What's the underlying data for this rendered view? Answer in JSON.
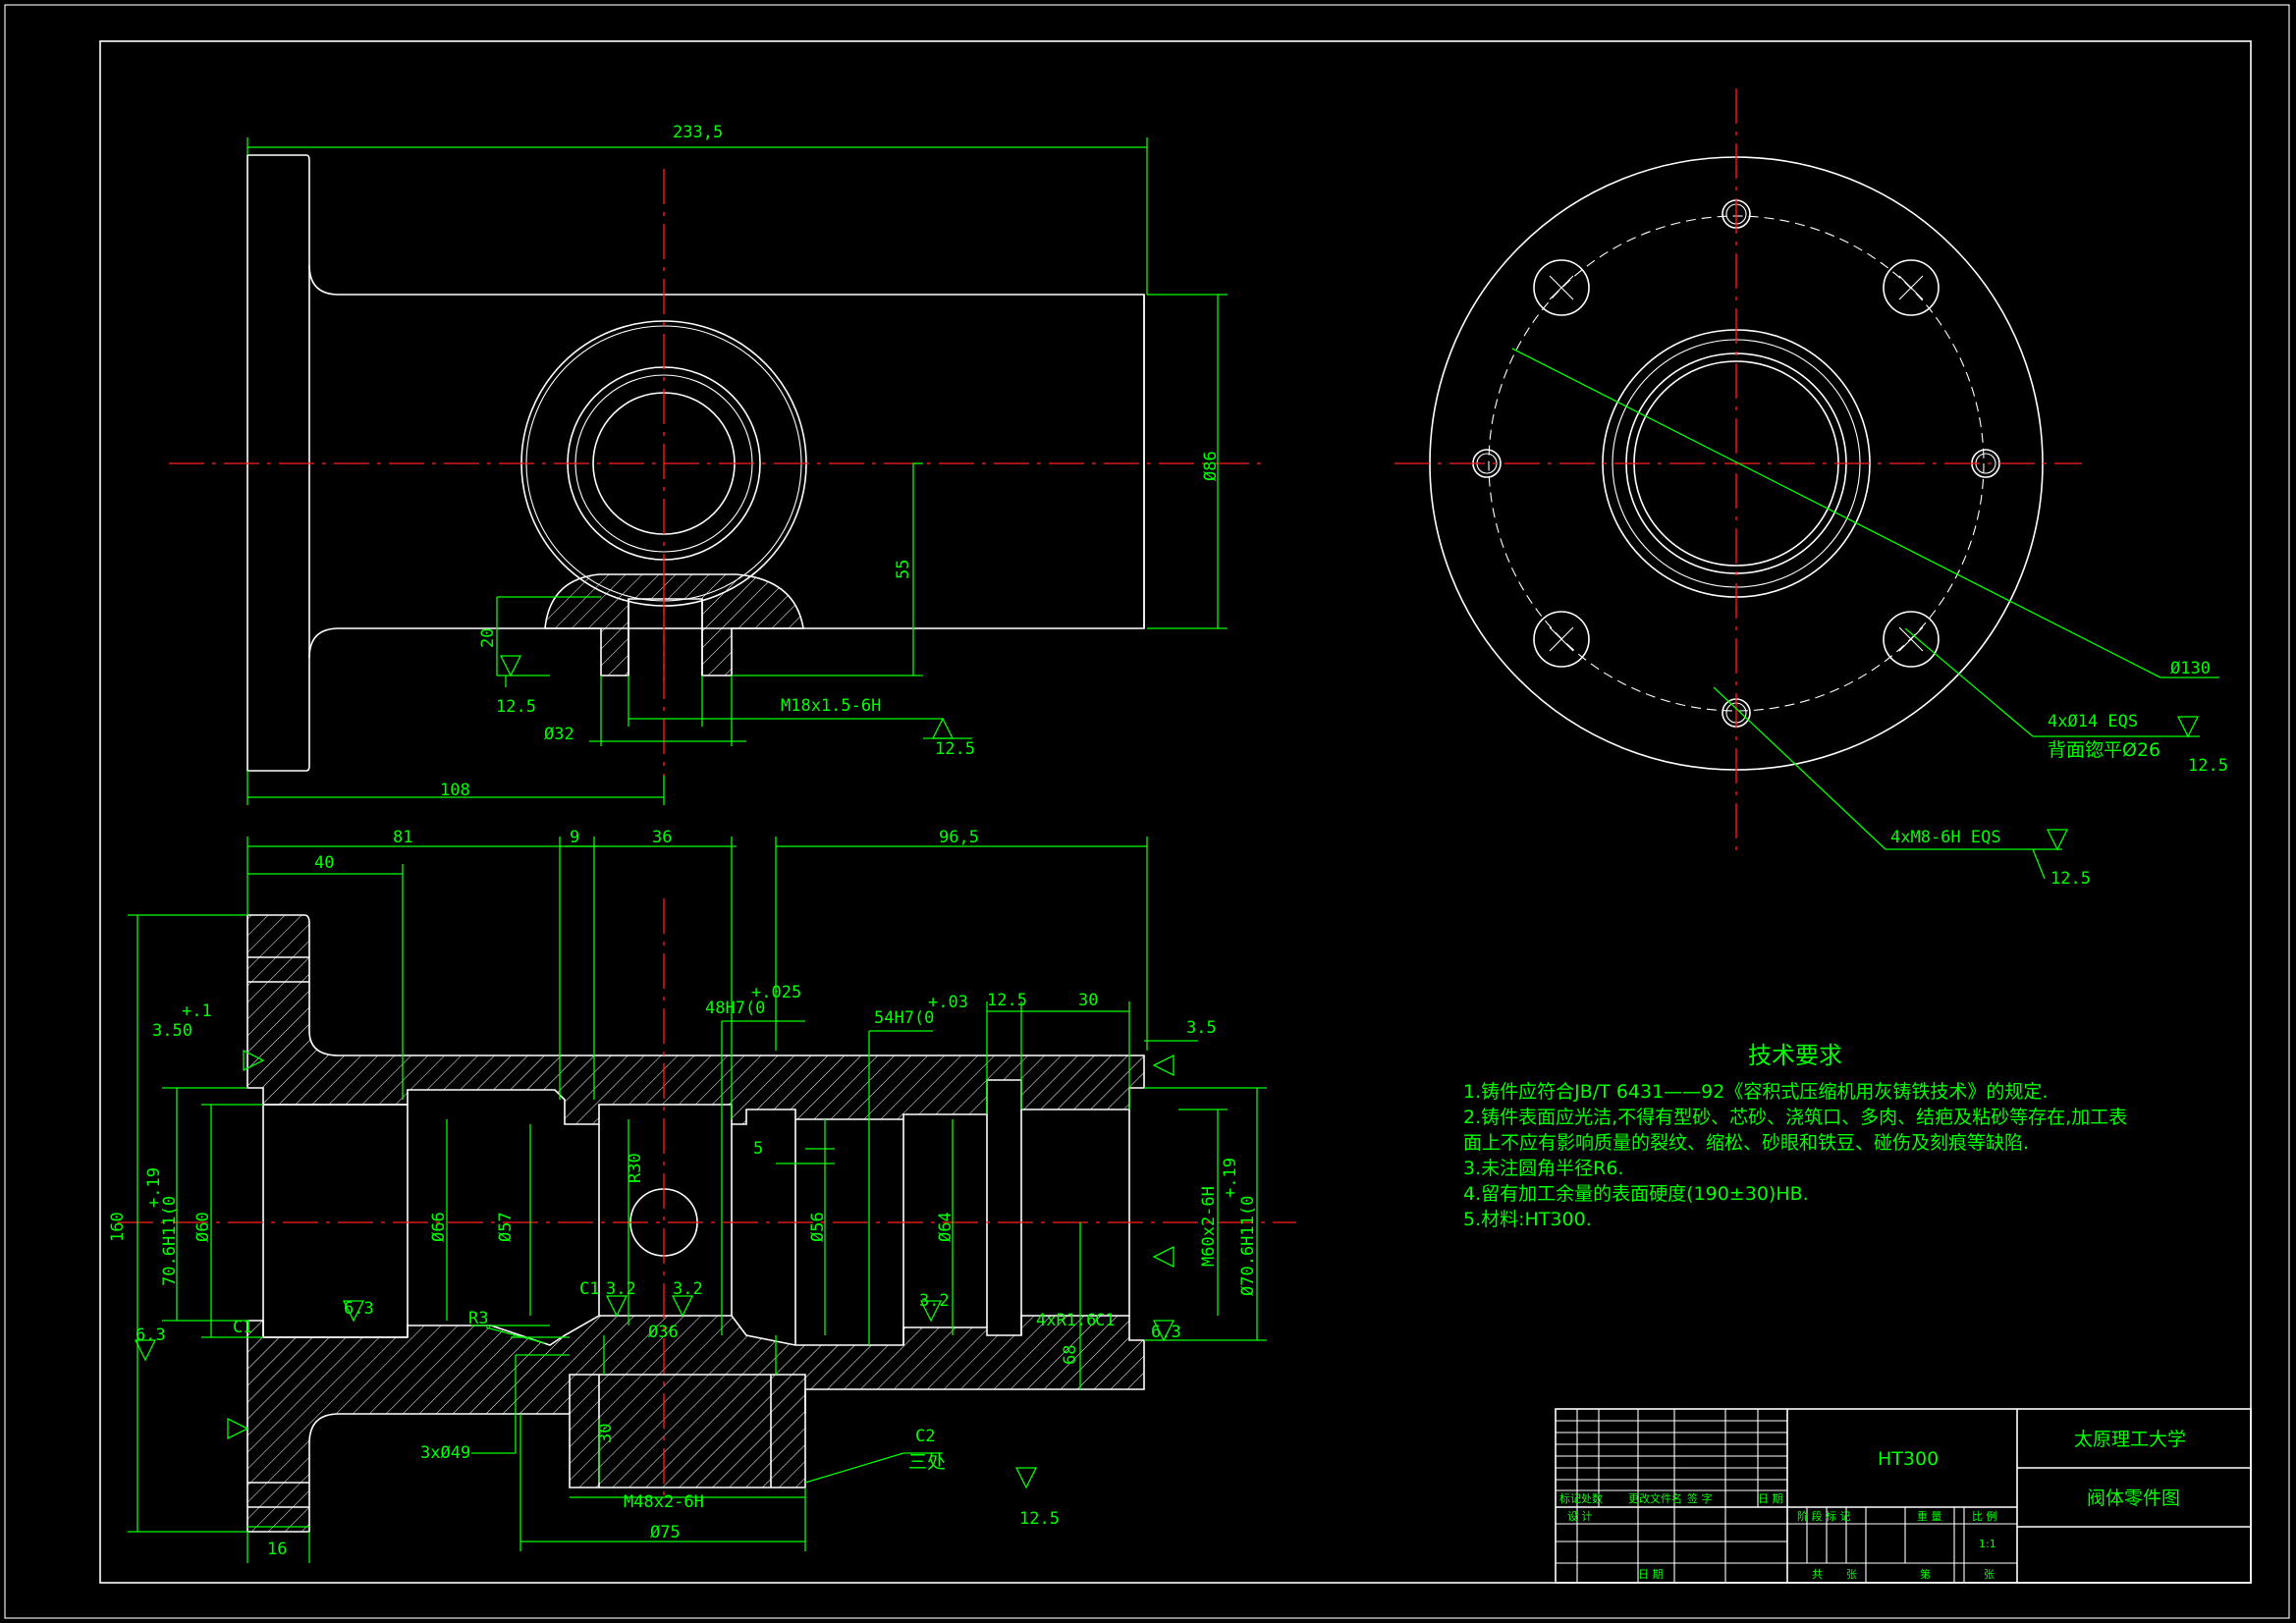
{
  "drawing": {
    "top_view_dims": {
      "overall_length": "233,5",
      "left_offset": "108",
      "dia_86": "Ø86",
      "height_55": "55",
      "depth_20": "20",
      "dia_32": "Ø32",
      "thread": "M18x1.5-6H",
      "roughness": "12.5"
    },
    "end_view_dims": {
      "pcd": "Ø130",
      "holes_label": "4xØ14  EQS",
      "counterbore": "背面锪平Ø26",
      "threads": "4xM8-6H EQS",
      "roughness": "12.5"
    },
    "section_dims": {
      "d81": "81",
      "d40": "40",
      "d9": "9",
      "d36": "36",
      "d96_5": "96,5",
      "d160": "160",
      "d3_5_left": "3.50",
      "tol_plus_1": "+.1",
      "fit_48": "48H7(0",
      "tol_025": "+.025",
      "fit_54": "54H7(0",
      "tol_03": "+.03",
      "d12_5": "12.5",
      "d30": "30",
      "d3_5_right": "3.5",
      "bore_70": "70.6H11(0",
      "tol_19": "+.19",
      "dia_60": "Ø60",
      "dia_66": "Ø66",
      "dia_57": "Ø57",
      "r30": "R30",
      "d5": "5",
      "dia_56": "Ø56",
      "dia_64": "Ø64",
      "thread_60": "M60x2-6H",
      "bore_70_right": "Ø70.6H11(0",
      "d68": "68",
      "r3": "R3",
      "c1_left": "C1",
      "c1_mid": "C1",
      "dia_36": "Ø36",
      "fillets": "4xR1.6",
      "c1_right": "C1",
      "holes_49": "3xØ49",
      "d30_low": "30",
      "thread_48": "M48x2-6H",
      "dia_75": "Ø75",
      "c2": "C2",
      "c2_note": "三处",
      "d16": "16",
      "r63": "6.3",
      "r32": "3.2",
      "r125": "12.5"
    }
  },
  "notes": {
    "title": "技术要求",
    "lines": [
      "1.铸件应符合JB/T 6431——92《容积式压缩机用灰铸铁技术》的规定.",
      "2.铸件表面应光洁,不得有型砂、芯砂、浇筑口、多肉、结疤及粘砂等存在,加工表",
      "面上不应有影响质量的裂纹、缩松、砂眼和铁豆、碰伤及刻痕等缺陷.",
      "3.未注圆角半径R6.",
      "4.留有加工余量的表面硬度(190±30)HB.",
      "5.材料:HT300."
    ]
  },
  "title_block": {
    "material": "HT300",
    "school": "太原理工大学",
    "part_name": "阀体零件图",
    "col_mark": "标记",
    "col_count": "处数",
    "col_doc": "更改文件名",
    "col_sign": "签 字",
    "col_date": "日 期",
    "row_design": "设 计",
    "row_date": "日 期",
    "stage": "阶 段 标 记",
    "weight": "重 量",
    "scale_label": "比 例",
    "scale": "1:1",
    "total": "共",
    "sheet": "张",
    "page": "第",
    "page_unit": "张"
  },
  "colors": {
    "background": "#000000",
    "outline": "#ffffff",
    "dimension": "#00ff00",
    "centerline": "#ff2020"
  }
}
